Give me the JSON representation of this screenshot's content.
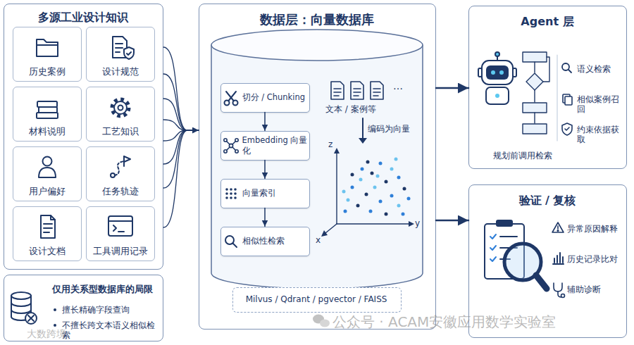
{
  "diagram": {
    "nodes": [
      {
        "text": [
          "多源工业设计知识"
        ]
      },
      {
        "text": [
          "历史案例"
        ],
        "in": 0
      },
      {
        "text": [
          "设计规范"
        ],
        "in": 0
      },
      {
        "text": [
          "材料说明"
        ],
        "in": 0
      },
      {
        "text": [
          "工艺知识"
        ],
        "in": 0
      },
      {
        "text": [
          "用户偏好"
        ],
        "in": 0
      },
      {
        "text": [
          "任务轨迹"
        ],
        "in": 0
      },
      {
        "text": [
          "设计文档"
        ],
        "in": 0
      },
      {
        "text": [
          "工具调用记录"
        ],
        "in": 0
      },
      {
        "text": [
          "仅用关系型数据库的局限",
          "擅长精确字段查询",
          "不擅长跨文本语义相似检索"
        ]
      },
      {
        "text": [
          "数据层：向量数据库"
        ]
      },
      {
        "text": [
          "切分 / Chunking"
        ],
        "in": 10
      },
      {
        "text": [
          "Embedding 向量化"
        ],
        "in": 10
      },
      {
        "text": [
          "向量索引"
        ],
        "in": 10
      },
      {
        "text": [
          "相似性检索"
        ],
        "in": 10
      },
      {
        "text": [
          "Milvus / Qdrant / pgvector / FAISS"
        ],
        "in": 10
      },
      {
        "text": [
          "Agent 层",
          "规划前调用检索",
          "语义检索",
          "相似案例召回",
          "约束依据获取"
        ]
      },
      {
        "text": [
          "验证 / 复核",
          "异常原因解释",
          "历史记录比对",
          "辅助诊断"
        ]
      }
    ],
    "edges": [
      {
        "from": 0,
        "to": 10,
        "arrow": "to"
      },
      {
        "from": 11,
        "to": 12,
        "arrow": "to"
      },
      {
        "from": 12,
        "to": 13,
        "arrow": "to"
      },
      {
        "from": 13,
        "to": 14,
        "arrow": "to"
      },
      {
        "from": 10,
        "to": 16,
        "arrow": "to"
      },
      {
        "from": 10,
        "to": 17,
        "arrow": "to"
      }
    ],
    "labels": [
      "文本 / 案例等",
      "…",
      "编码为向量",
      "z",
      "y",
      "x",
      "公众号 · ACAM安徽应用数学实验室",
      "大数跨境"
    ]
  }
}
